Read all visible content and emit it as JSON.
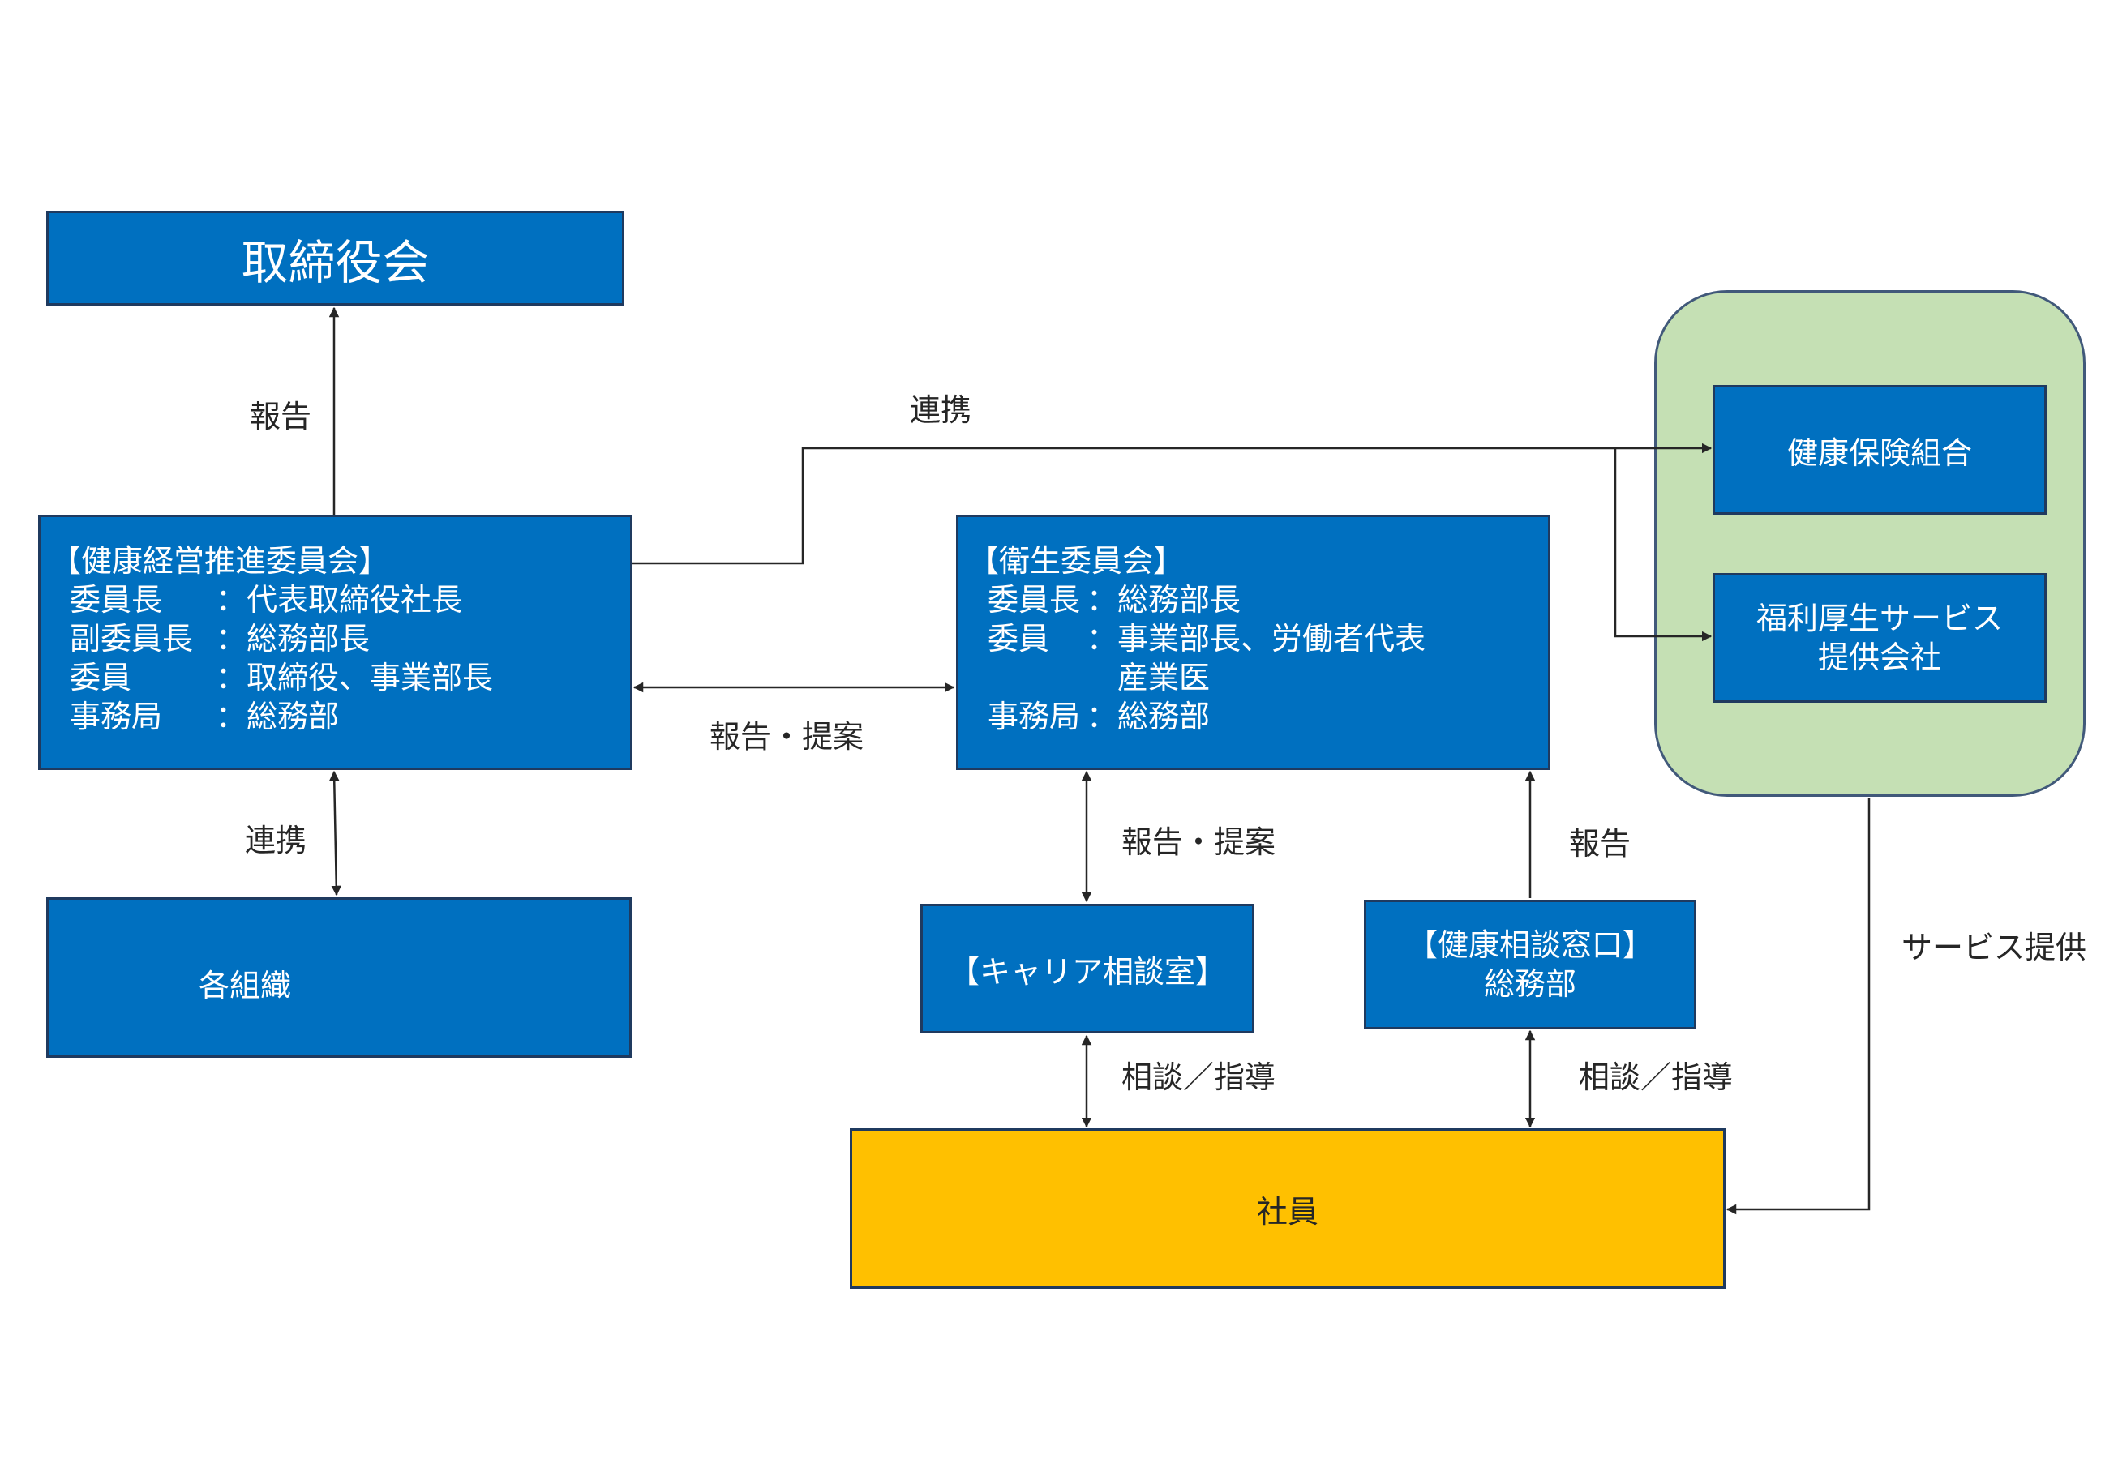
{
  "nodes": {
    "board": {
      "label": "取締役会"
    },
    "health_committee": {
      "title": "【健康経営推進委員会】",
      "rows": [
        {
          "role": "委員長",
          "sep": "：",
          "value": "代表取締役社長"
        },
        {
          "role": "副委員長",
          "sep": "：",
          "value": "総務部長"
        },
        {
          "role": "委員",
          "sep": "：",
          "value": "取締役、事業部長"
        },
        {
          "role": "事務局",
          "sep": "：",
          "value": "総務部"
        }
      ]
    },
    "organizations": {
      "label": "各組織"
    },
    "sanitation_committee": {
      "title": "【衛生委員会】",
      "rows": [
        {
          "role": "委員長",
          "sep": "：",
          "value": "総務部長"
        },
        {
          "role": "委員",
          "sep": "：",
          "value": "事業部長、労働者代表"
        },
        {
          "role": "",
          "sep": "",
          "value": "産業医"
        },
        {
          "role": "事務局",
          "sep": "：",
          "value": "総務部"
        }
      ]
    },
    "career_room": {
      "label": "【キャリア相談室】"
    },
    "health_desk": {
      "line1": "【健康相談窓口】",
      "line2": "総務部"
    },
    "employees": {
      "label": "社員"
    },
    "health_insurance": {
      "label": "健康保険組合"
    },
    "welfare_company": {
      "line1": "福利厚生サービス",
      "line2": "提供会社"
    }
  },
  "edge_labels": {
    "report_to_board": "報告",
    "link_to_partners": "連携",
    "report_proposal_committees": "報告・提案",
    "link_to_orgs": "連携",
    "report_proposal_career": "報告・提案",
    "report_desk": "報告",
    "consult_career": "相談／指導",
    "consult_desk": "相談／指導",
    "service_provision": "サービス提供"
  },
  "colors": {
    "box_blue": "#0070c0",
    "employee_yellow": "#ffc000",
    "partner_green": "#c5e0b4",
    "line": "#262626"
  }
}
